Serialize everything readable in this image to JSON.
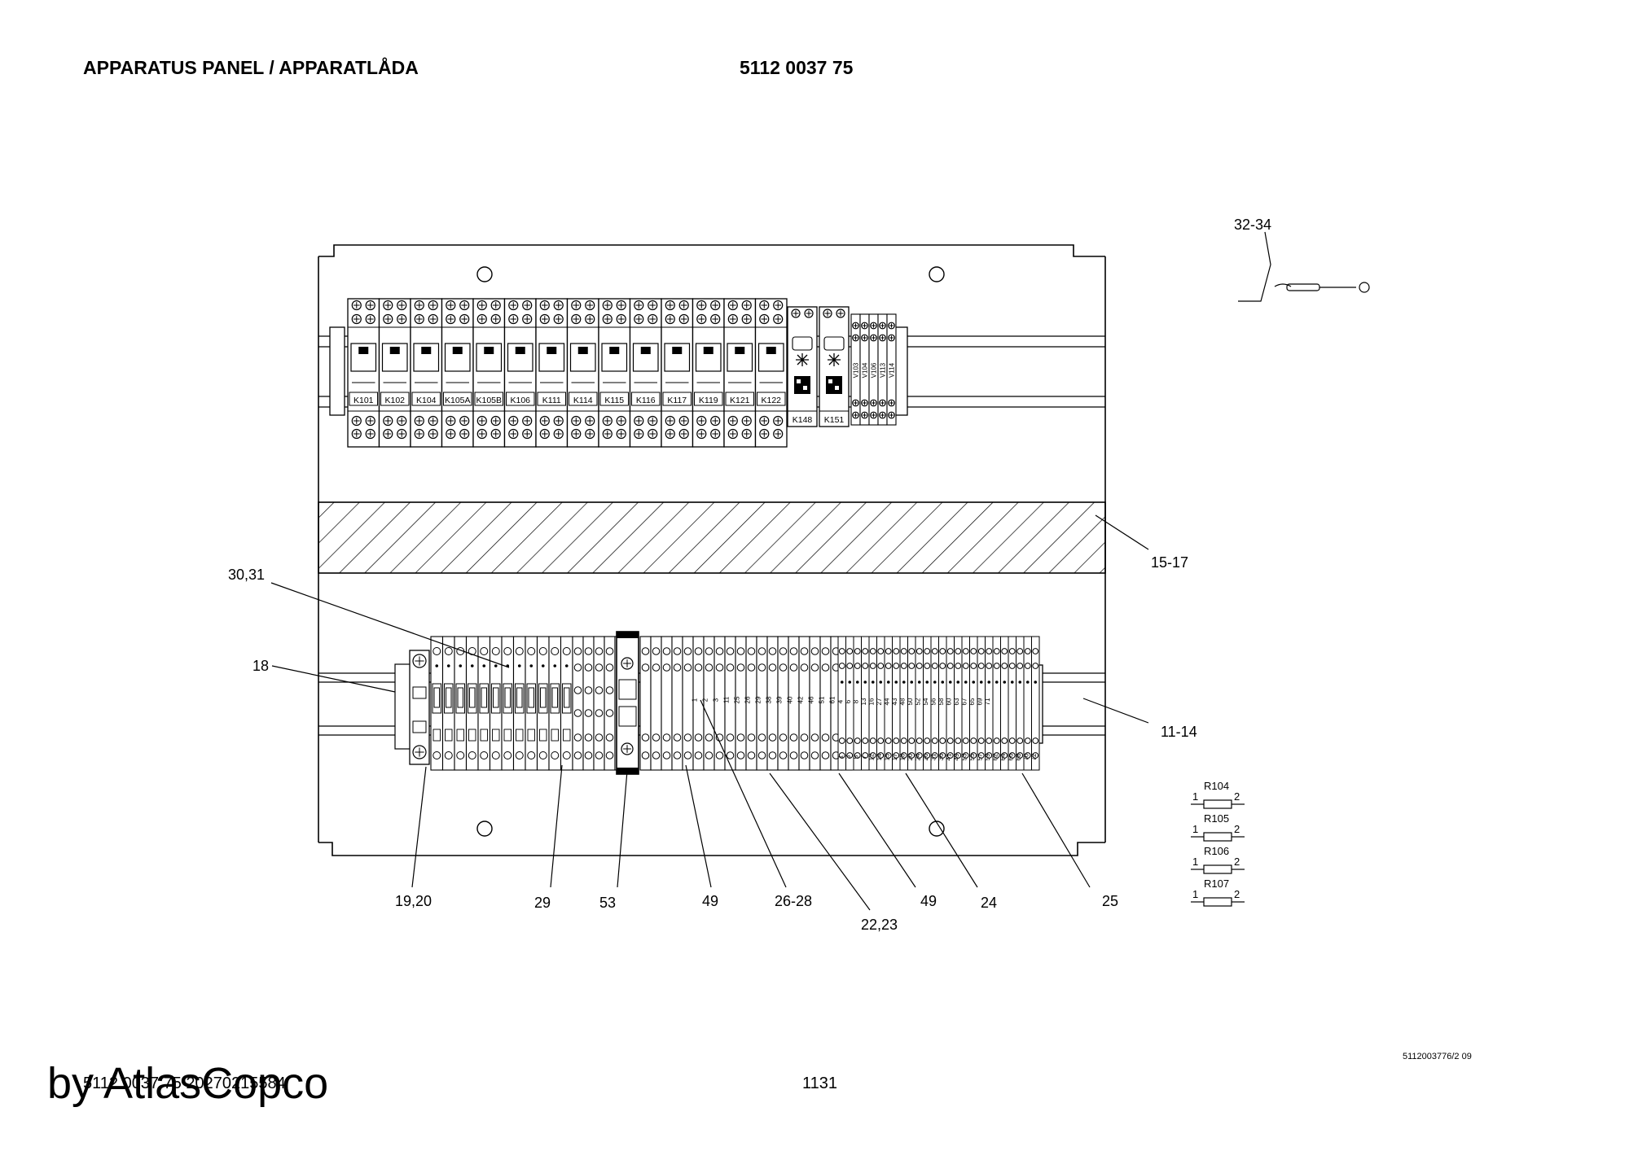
{
  "header": {
    "title": "APPARATUS PANEL / APPARATLÅDA",
    "part_number": "5112 0037 75"
  },
  "relays": [
    "K101",
    "K102",
    "K104",
    "K105A",
    "K105B",
    "K106",
    "K111",
    "K114",
    "K115",
    "K116",
    "K117",
    "K119",
    "K121",
    "K122"
  ],
  "timer_relays": [
    "K148",
    "K151"
  ],
  "small_modules": [
    "V103",
    "V104",
    "V106",
    "V113",
    "V114"
  ],
  "lower_terminal_numbers": [
    "1",
    "2",
    "3",
    "11",
    "25",
    "26",
    "29",
    "38",
    "39",
    "40",
    "42",
    "46",
    "51",
    "61"
  ],
  "far_terminal_numbers": [
    "4",
    "6",
    "8",
    "13",
    "16",
    "27",
    "44",
    "43",
    "48",
    "50",
    "52",
    "54",
    "56",
    "58",
    "60",
    "63",
    "67",
    "65",
    "69",
    "71"
  ],
  "far_terminal_bottom_numbers": [
    "1",
    "3",
    "5",
    "7",
    "12",
    "14",
    "15",
    "17",
    "18",
    "20",
    "24",
    "26",
    "31",
    "36",
    "41",
    "49",
    "53",
    "55",
    "57",
    "59",
    "62",
    "64",
    "66",
    "68",
    "70",
    "72"
  ],
  "callouts": {
    "c32_34": "32-34",
    "c15_17": "15-17",
    "c30_31": "30,31",
    "c18": "18",
    "c11_14": "11-14",
    "c19_20": "19,20",
    "c29": "29",
    "c53": "53",
    "c49a": "49",
    "c26_28": "26-28",
    "c22_23": "22,23",
    "c49b": "49",
    "c24": "24",
    "c25": "25"
  },
  "resistors": [
    {
      "name": "R104",
      "pin1": "1",
      "pin2": "2"
    },
    {
      "name": "R105",
      "pin1": "1",
      "pin2": "2"
    },
    {
      "name": "R106",
      "pin1": "1",
      "pin2": "2"
    },
    {
      "name": "R107",
      "pin1": "1",
      "pin2": "2"
    }
  ],
  "footer": {
    "document_id": "5112 0037 75  20270215584",
    "page": "1131",
    "drawing_ref": "5112003776/2 09",
    "watermark": "by AtlasCopco"
  }
}
